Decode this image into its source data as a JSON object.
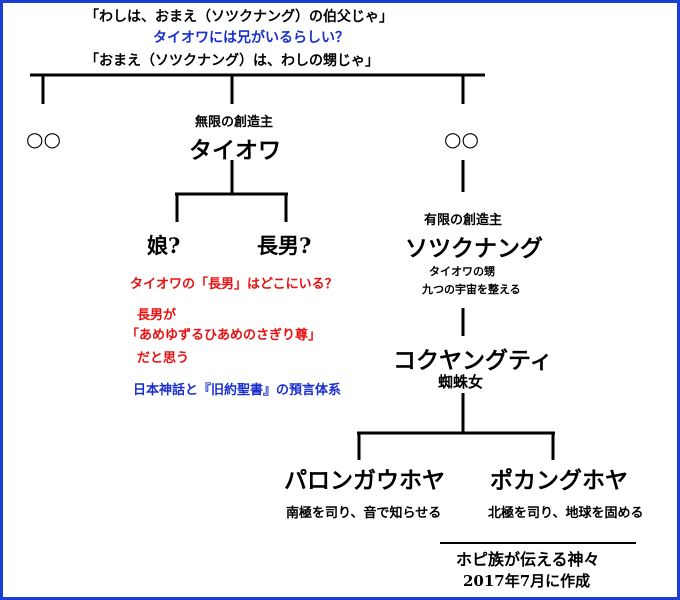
{
  "quotes": {
    "line1": "「わしは、おまえ（ソツクナング）の伯父じゃ」",
    "line2": "タイオワには兄がいるらしい？",
    "line3": "「おまえ（ソツクナング）は、わしの甥じゃ」"
  },
  "left_sibling": "○○",
  "right_sibling": "○○",
  "taiowa": {
    "subtitle": "無限の創造主",
    "name": "タイオワ"
  },
  "children": {
    "daughter": "娘?",
    "son": "長男?"
  },
  "notes": {
    "question": "タイオワの「長男」はどこにいる？",
    "guess1": "長男が",
    "guess2": "「あめゆずるひあめのさぎり尊」",
    "guess3": "だと思う",
    "prophecy": "日本神話と『旧約聖書』の預言体系"
  },
  "sotuknang": {
    "subtitle": "有限の創造主",
    "name": "ソツクナング",
    "desc1": "タイオワの甥",
    "desc2": "九つの宇宙を整える"
  },
  "kokyang": {
    "name": "コクヤングティ",
    "subtitle": "蜘蛛女"
  },
  "palongawhoya": {
    "name": "パロンガウホヤ",
    "desc": "南極を司り、音で知らせる"
  },
  "poqanghoya": {
    "name": "ポカングホヤ",
    "desc": "北極を司り、地球を固める"
  },
  "footer": {
    "title": "ホピ族が伝える神々",
    "date": "2017年7月に作成"
  },
  "colors": {
    "border": "#1a3fd4",
    "note_red": "#e81010",
    "note_blue": "#1a2fd0",
    "line": "#000000"
  }
}
